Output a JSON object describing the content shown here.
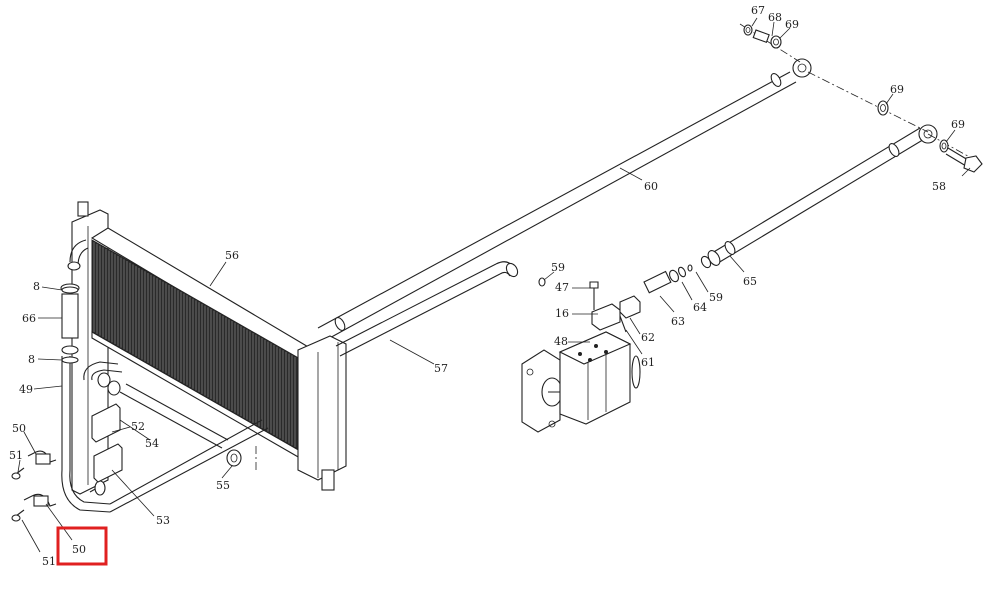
{
  "highlight_color": "#e02020",
  "callouts": {
    "c67": "67",
    "c68": "68",
    "c69a": "69",
    "c69b": "69",
    "c69c": "69",
    "c58": "58",
    "c60": "60",
    "c56": "56",
    "c59a": "59",
    "c59b": "59",
    "c47": "47",
    "c16": "16",
    "c62": "62",
    "c63": "63",
    "c64": "64",
    "c65": "65",
    "c48": "48",
    "c61": "61",
    "c57": "57",
    "c8a": "8",
    "c66": "66",
    "c8b": "8",
    "c49": "49",
    "c50a": "50",
    "c52": "52",
    "c51a": "51",
    "c54": "54",
    "c55": "55",
    "c53": "53",
    "c51b": "51",
    "c50b": "50"
  }
}
